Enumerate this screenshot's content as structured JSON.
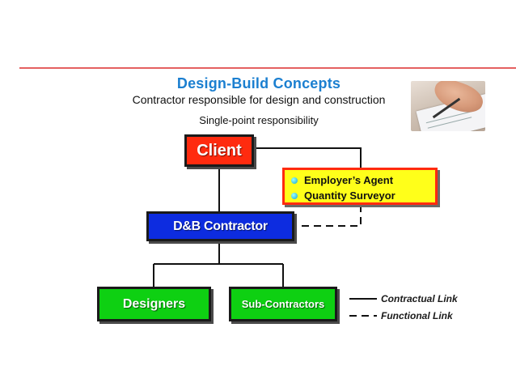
{
  "slide": {
    "title": "Design-Build Concepts",
    "subtitle": "Contractor responsible for design and construction",
    "note": "Single-point responsibility"
  },
  "diagram": {
    "client": "Client",
    "agent_items": [
      "Employer’s Agent",
      "Quantity Surveyor"
    ],
    "contractor": "D&B Contractor",
    "designers": "Designers",
    "subcontractors": "Sub-Contractors"
  },
  "legend": {
    "contractual": "Contractual Link",
    "functional": "Functional Link"
  },
  "colors": {
    "title": "#1b7fd0",
    "client": "#ff2b0f",
    "contractor": "#0d2ce0",
    "designers": "#0ed012",
    "agent_fill": "#ffff1a",
    "agent_border": "#ff2b0f",
    "rule": "#e46060"
  },
  "image": {
    "icon": "photo-hand-signing-document"
  }
}
